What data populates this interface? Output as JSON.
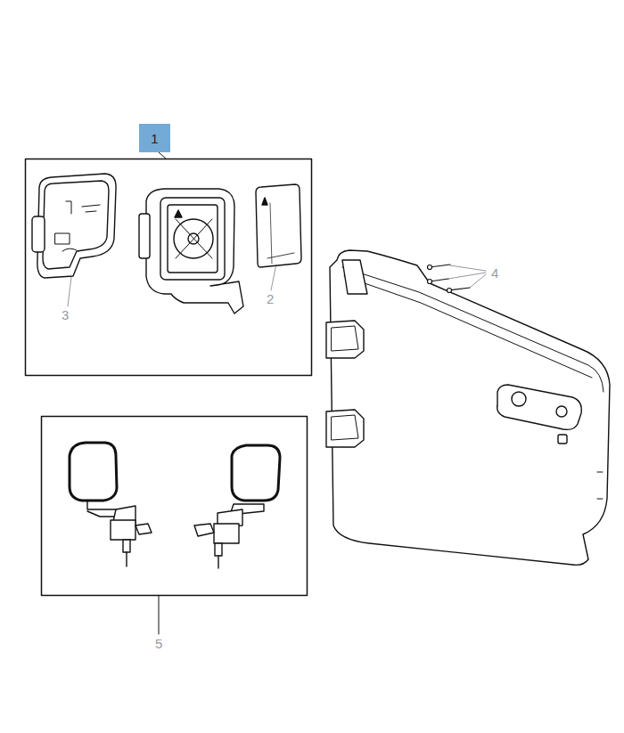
{
  "diagram": {
    "nodes": [
      {
        "text": [
          "1"
        ]
      }
    ],
    "labels": [
      "2",
      "3",
      "4",
      "5"
    ]
  }
}
